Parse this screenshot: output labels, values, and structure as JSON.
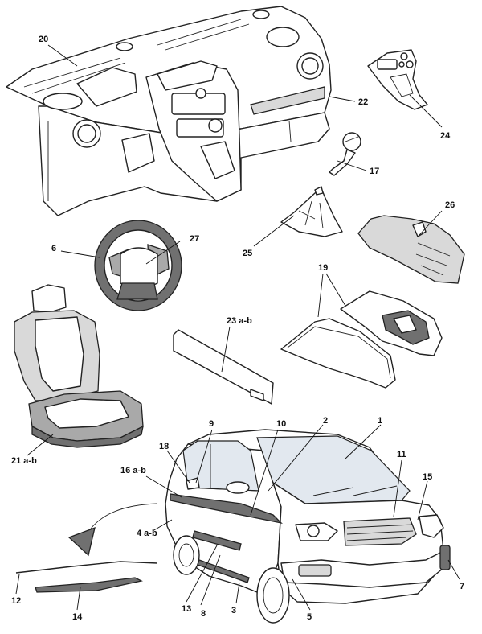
{
  "callouts": {
    "c20": "20",
    "c22": "22",
    "c24": "24",
    "c17": "17",
    "c6": "6",
    "c27": "27",
    "c25": "25",
    "c26": "26",
    "c19": "19",
    "c23": "23 a-b",
    "c21": "21 a-b",
    "c9": "9",
    "c10": "10",
    "c2": "2",
    "c1": "1",
    "c18": "18",
    "c16": "16 a-b",
    "c11": "11",
    "c15": "15",
    "c4": "4 a-b",
    "c7": "7",
    "c12": "12",
    "c14": "14",
    "c13": "13",
    "c8": "8",
    "c3": "3",
    "c5": "5"
  }
}
